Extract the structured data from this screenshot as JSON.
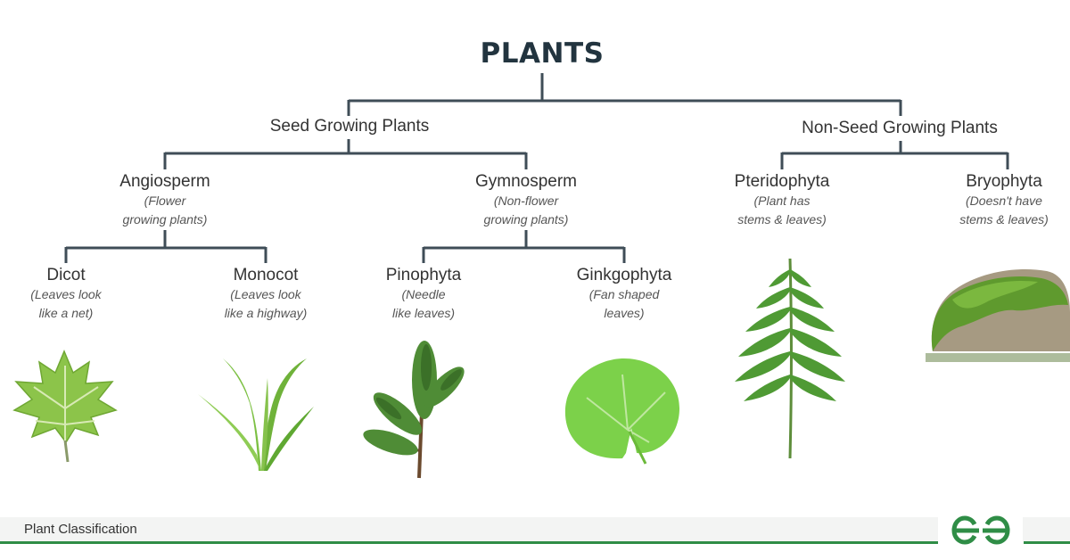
{
  "diagram": {
    "title": "PLANTS",
    "seed": "Seed Growing Plants",
    "nonseed": "Non-Seed Growing Plants",
    "angiosperm": {
      "name": "Angiosperm",
      "line1": "(Flower",
      "line2": "growing plants)"
    },
    "gymnosperm": {
      "name": "Gymnosperm",
      "line1": "(Non-flower",
      "line2": "growing plants)"
    },
    "pteridophyta": {
      "name": "Pteridophyta",
      "line1": "(Plant has",
      "line2": "stems & leaves)"
    },
    "bryophyta": {
      "name": "Bryophyta",
      "line1": "(Doesn't have",
      "line2": "stems & leaves)"
    },
    "dicot": {
      "name": "Dicot",
      "line1": "(Leaves look",
      "line2": "like a net)"
    },
    "monocot": {
      "name": "Monocot",
      "line1": "(Leaves look",
      "line2": "like a highway)"
    },
    "pinophyta": {
      "name": "Pinophyta",
      "line1": "(Needle",
      "line2": "like leaves)"
    },
    "ginkgophyta": {
      "name": "Ginkgophyta",
      "line1": "(Fan shaped",
      "line2": "leaves)"
    }
  },
  "footer": {
    "title": "Plant Classification"
  },
  "colors": {
    "lines": "#3f4d57",
    "title": "#22343f",
    "accent": "#2f8d46",
    "leaf": "#7cc043"
  }
}
